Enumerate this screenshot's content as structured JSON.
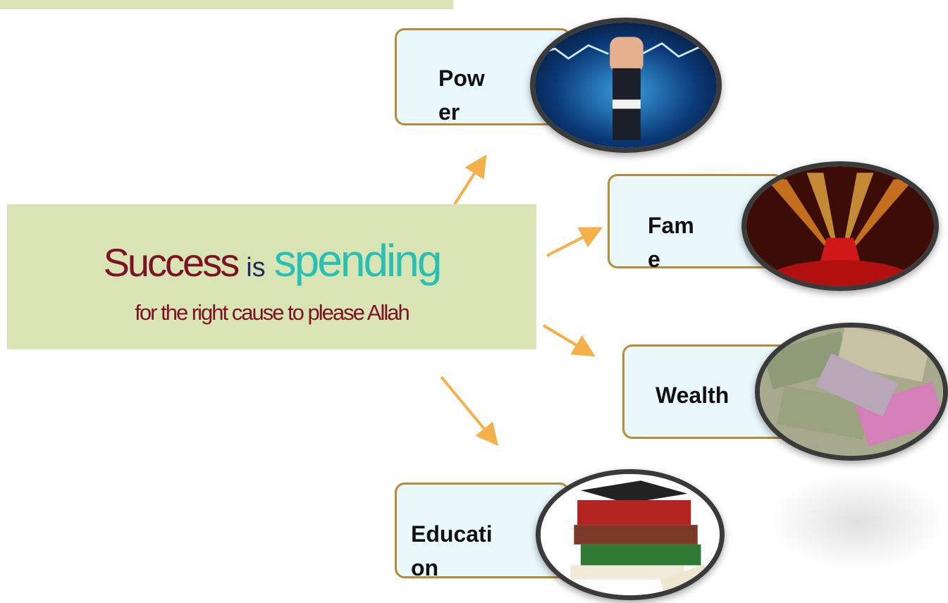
{
  "headline": {
    "word1": "Success",
    "word2": "is",
    "word3": "spending"
  },
  "subline": "for the right cause to please Allah",
  "nodes": {
    "power": {
      "label": "Power",
      "image_icon": "electric-fist-icon"
    },
    "fame": {
      "label": "Fame",
      "image_icon": "red-carpet-spotlights-icon"
    },
    "wealth": {
      "label": "Wealth",
      "image_icon": "banknotes-icon"
    },
    "education": {
      "label": "Education",
      "image_icon": "books-graduation-cap-icon"
    }
  },
  "colors": {
    "panel": "#d9e4b5",
    "success": "#7b1324",
    "is": "#1f2a58",
    "spending": "#2abfb3",
    "node_fill": "#e9f8fb",
    "node_border": "#b98a3a",
    "arrow": "#f6b04a"
  }
}
